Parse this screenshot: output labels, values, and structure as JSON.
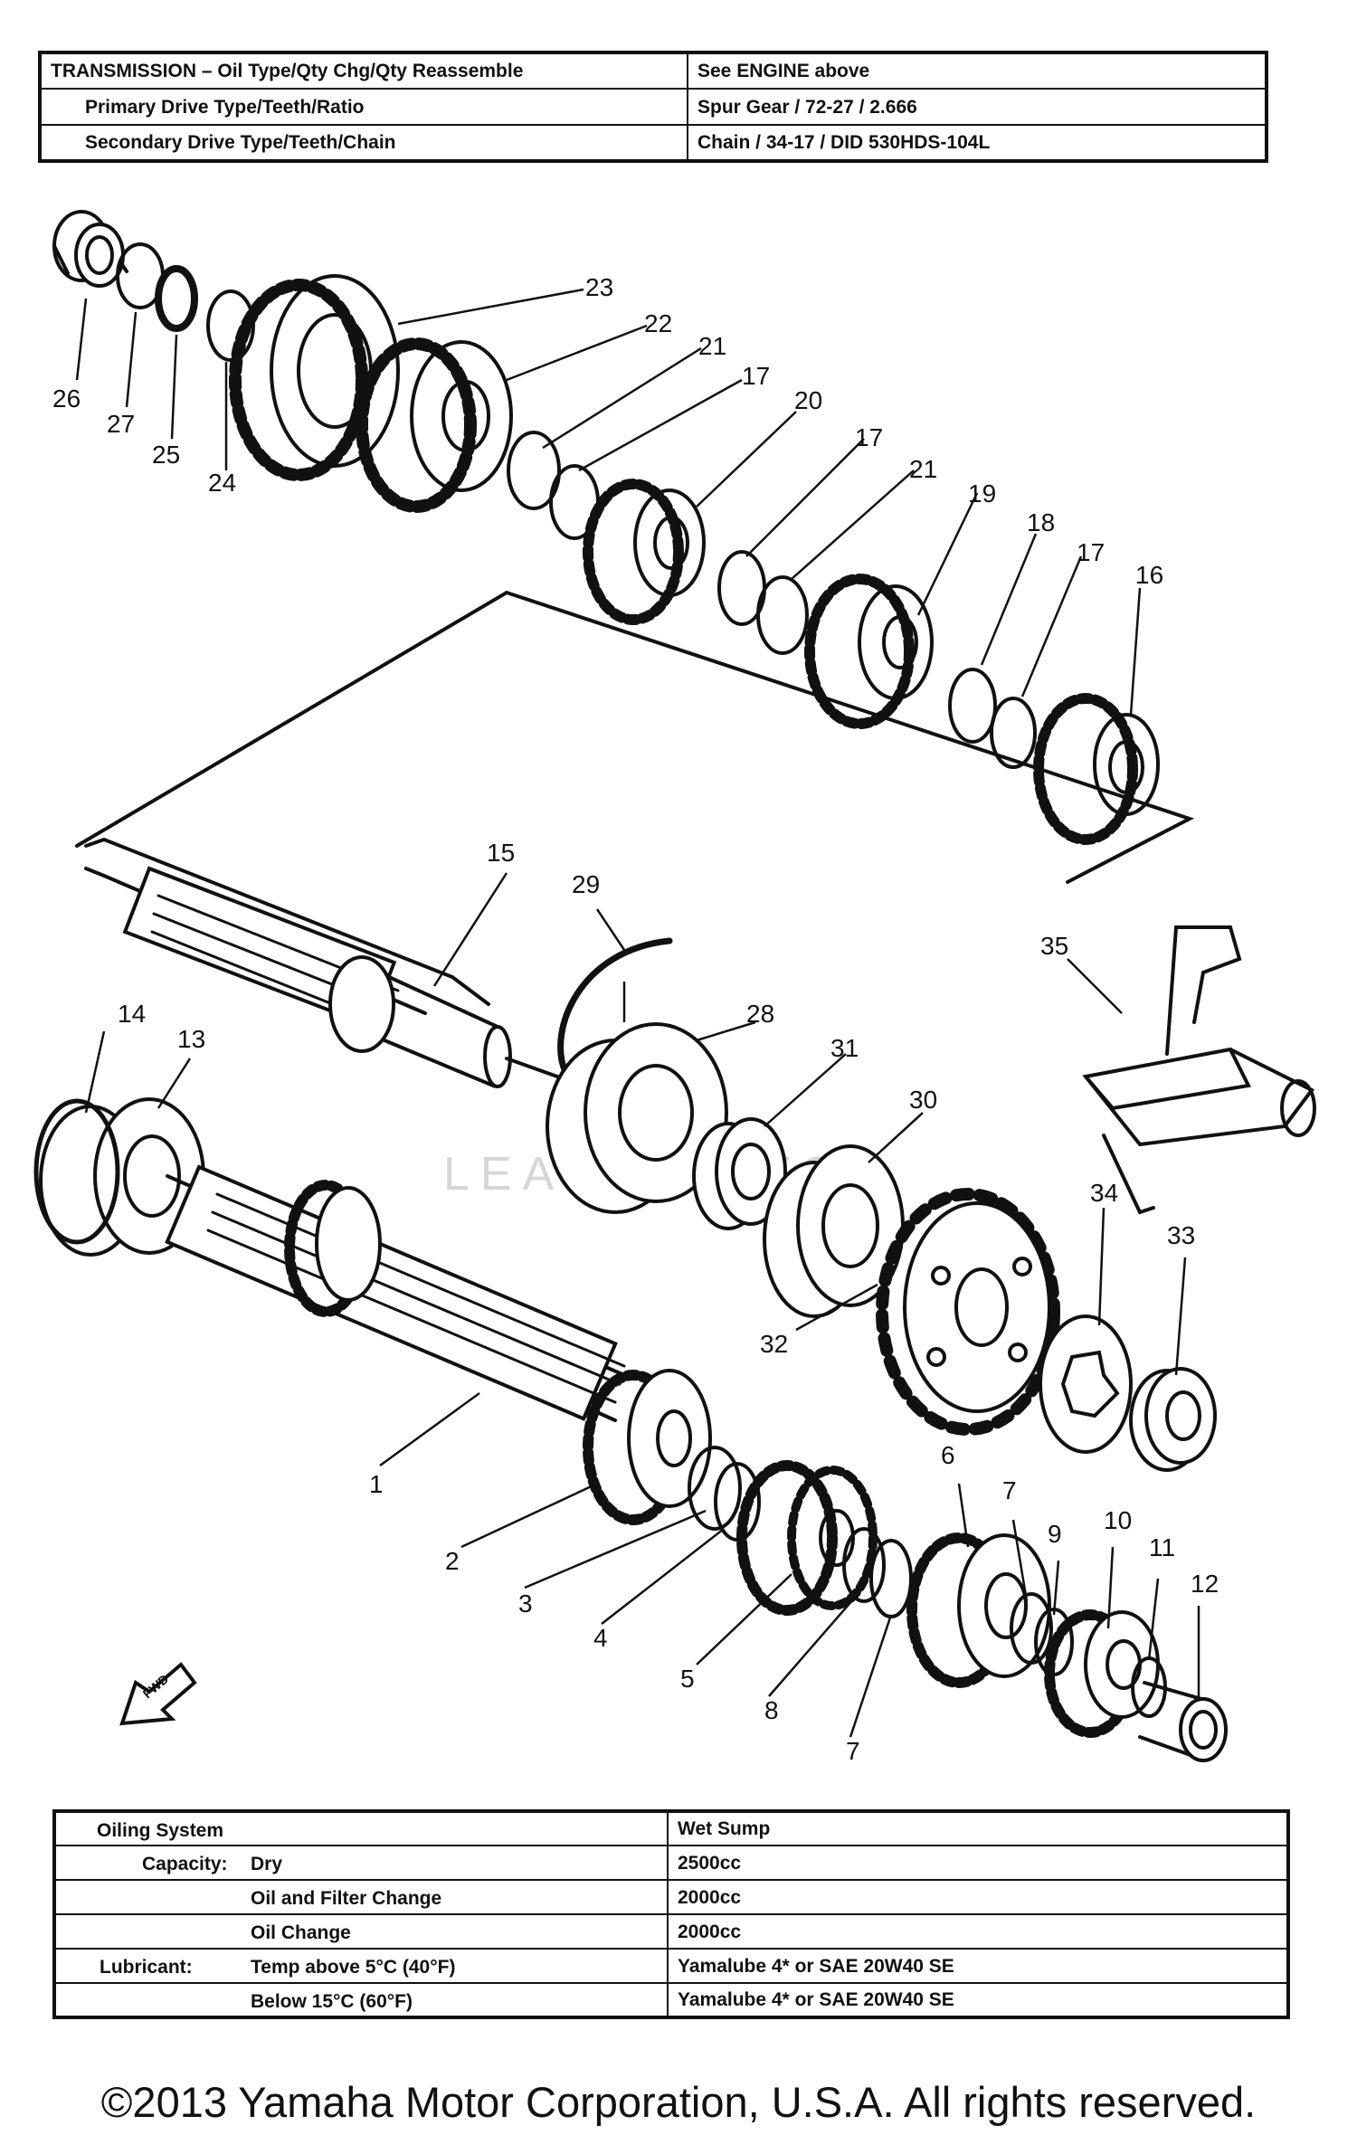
{
  "transmission_table": {
    "rows": [
      {
        "label": "TRANSMISSION – Oil Type/Qty Chg/Qty Reassemble",
        "value": "See ENGINE above"
      },
      {
        "label": "Primary Drive Type/Teeth/Ratio",
        "value": "Spur Gear / 72-27 / 2.666"
      },
      {
        "label": "Secondary Drive Type/Teeth/Chain",
        "value": "Chain / 34-17 / DID 530HDS-104L"
      }
    ]
  },
  "diagram": {
    "part_numbers": [
      "1",
      "2",
      "3",
      "4",
      "5",
      "6",
      "7",
      "7",
      "8",
      "9",
      "10",
      "11",
      "12",
      "13",
      "14",
      "15",
      "16",
      "17",
      "17",
      "17",
      "18",
      "19",
      "20",
      "21",
      "21",
      "22",
      "23",
      "24",
      "25",
      "26",
      "27",
      "28",
      "29",
      "30",
      "31",
      "32",
      "33",
      "34",
      "35"
    ],
    "fwd_label": "FWD",
    "watermark": "LEATT MOTO"
  },
  "oil_table": {
    "rows": [
      {
        "col1": "Oiling System",
        "col2": "",
        "value": "Wet Sump"
      },
      {
        "col1": "Capacity:",
        "col2": "Dry",
        "value": "2500cc"
      },
      {
        "col1": "",
        "col2": "Oil and Filter Change",
        "value": "2000cc"
      },
      {
        "col1": "",
        "col2": "Oil Change",
        "value": "2000cc"
      },
      {
        "col1": "Lubricant:",
        "col2": "Temp above 5°C (40°F)",
        "value": "Yamalube 4* or SAE 20W40 SE"
      },
      {
        "col1": "",
        "col2": "Below 15°C (60°F)",
        "value": "Yamalube 4* or SAE 20W40 SE"
      }
    ]
  },
  "footer": {
    "copyright": "©2013 Yamaha Motor Corporation, U.S.A. All rights reserved."
  }
}
